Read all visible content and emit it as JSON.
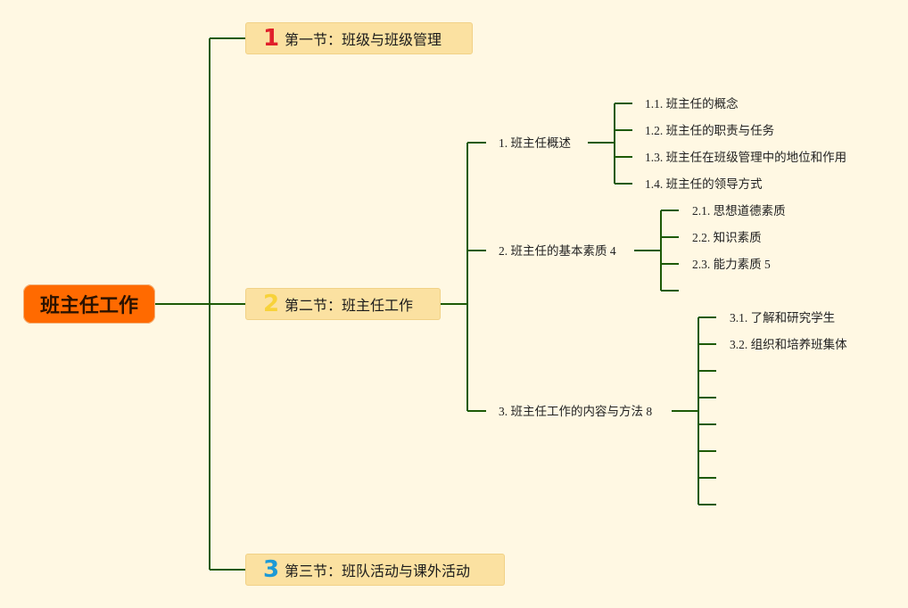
{
  "colors": {
    "background": "#fff8e3",
    "line": "#1d5a06",
    "root": "#ff6a00",
    "section": "#fbe1a1",
    "num1": "#e0202a",
    "num2": "#f7d23a",
    "num3": "#1d9ad6"
  },
  "root": {
    "label": "班主任工作"
  },
  "sections": [
    {
      "num": "1",
      "label": "第一节：班级与班级管理"
    },
    {
      "num": "2",
      "label": "第二节：班主任工作"
    },
    {
      "num": "3",
      "label": "第三节：班队活动与课外活动"
    }
  ],
  "topics": [
    {
      "label": "1. 班主任概述",
      "children": [
        "1.1. 班主任的概念",
        "1.2. 班主任的职责与任务",
        "1.3. 班主任在班级管理中的地位和作用",
        "1.4. 班主任的领导方式"
      ]
    },
    {
      "label": "2. 班主任的基本素质 4",
      "children": [
        "2.1. 思想道德素质",
        "2.2. 知识素质",
        "2.3. 能力素质 5",
        ""
      ]
    },
    {
      "label": "3. 班主任工作的内容与方法 8",
      "children": [
        "3.1. 了解和研究学生",
        "3.2. 组织和培养班集体",
        "",
        "",
        "",
        "",
        "",
        ""
      ]
    }
  ]
}
